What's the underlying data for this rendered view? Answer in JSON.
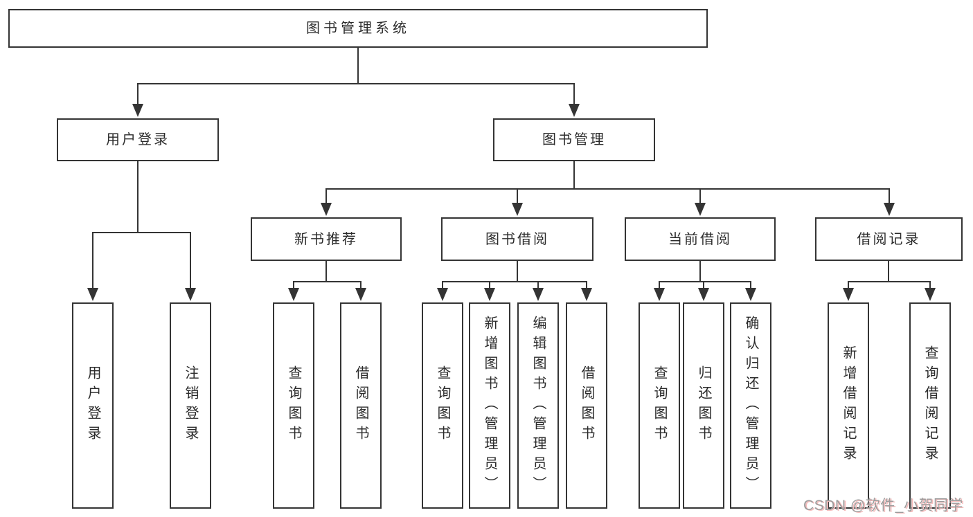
{
  "diagram": {
    "root": {
      "label": "图书管理系统"
    },
    "level1": [
      {
        "label": "用户登录"
      },
      {
        "label": "图书管理"
      }
    ],
    "level2": [
      {
        "label": "新书推荐"
      },
      {
        "label": "图书借阅"
      },
      {
        "label": "当前借阅"
      },
      {
        "label": "借阅记录"
      }
    ],
    "leaves": [
      {
        "label": "用户登录"
      },
      {
        "label": "注销登录"
      },
      {
        "label": "查询图书"
      },
      {
        "label": "借阅图书"
      },
      {
        "label": "查询图书"
      },
      {
        "label": "新增图书（管理员）"
      },
      {
        "label": "编辑图书（管理员）"
      },
      {
        "label": "借阅图书"
      },
      {
        "label": "查询图书"
      },
      {
        "label": "归还图书"
      },
      {
        "label": "确认归还（管理员）"
      },
      {
        "label": "新增借阅记录"
      },
      {
        "label": "查询借阅记录"
      }
    ],
    "watermark": "CSDN @软件_小贺同学",
    "colors": {
      "background": "#ffffff",
      "border": "#343434",
      "line": "#343434",
      "text": "#2b2b2b",
      "watermark_text": "#9c9c9c",
      "watermark_shadow": "#f5bcbc"
    }
  }
}
